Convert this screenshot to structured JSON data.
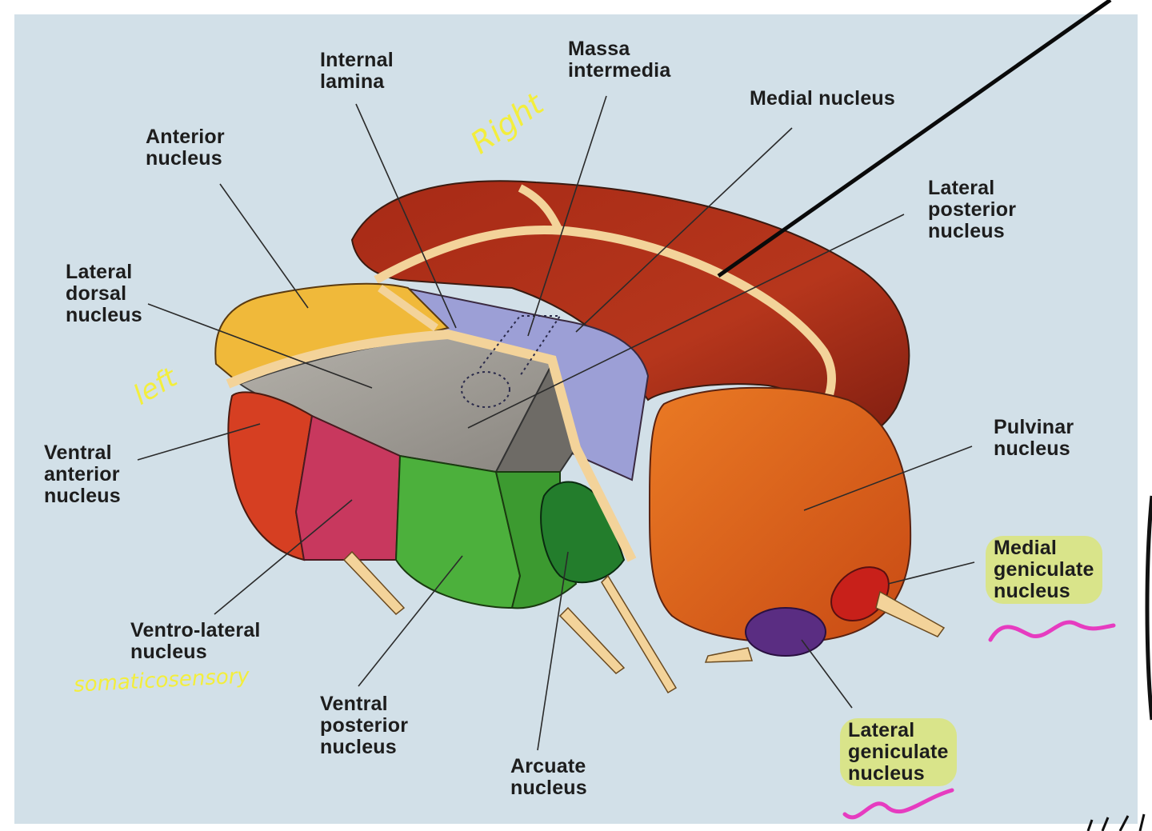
{
  "labels": {
    "internal_lamina": "Internal\nlamina",
    "massa_intermedia": "Massa\nintermedia",
    "medial_nucleus": "Medial nucleus",
    "anterior_nucleus": "Anterior\nnucleus",
    "lateral_posterior_nucleus": "Lateral\nposterior\nnucleus",
    "lateral_dorsal_nucleus": "Lateral\ndorsal\nnucleus",
    "pulvinar_nucleus": "Pulvinar\nnucleus",
    "ventral_anterior_nucleus": "Ventral\nanterior\nnucleus",
    "medial_geniculate_nucleus": "Medial\ngeniculate\nnucleus",
    "ventro_lateral_nucleus": "Ventro-lateral\nnucleus",
    "ventral_posterior_nucleus": "Ventral\nposterior\nnucleus",
    "arcuate_nucleus": "Arcuate\nnucleus",
    "lateral_geniculate_nucleus": "Lateral\ngeniculate\nnucleus"
  },
  "annotations": {
    "right": "Right",
    "left": "left",
    "somatosensory": "somaticosensory"
  },
  "colors": {
    "background": "#d2e0e8",
    "medial_nucleus": "#b1331c",
    "anterior_nucleus": "#f0b93a",
    "lateral_dorsal_nucleus": "#9a9690",
    "lateral_posterior_nucleus": "#9c9fd6",
    "ventral_anterior_nucleus": "#d63f22",
    "ventro_lateral_nucleus": "#c8385e",
    "ventral_posterior_nucleus": "#4cb03c",
    "arcuate_nucleus": "#237d2c",
    "pulvinar_nucleus": "#e0661c",
    "lateral_geniculate_nucleus": "#5a2d82",
    "lamina": "#f3d39a",
    "highlight": "#d9e48a",
    "handwriting_yellow": "#f3ee3c",
    "handwriting_magenta": "#e63cc0"
  }
}
